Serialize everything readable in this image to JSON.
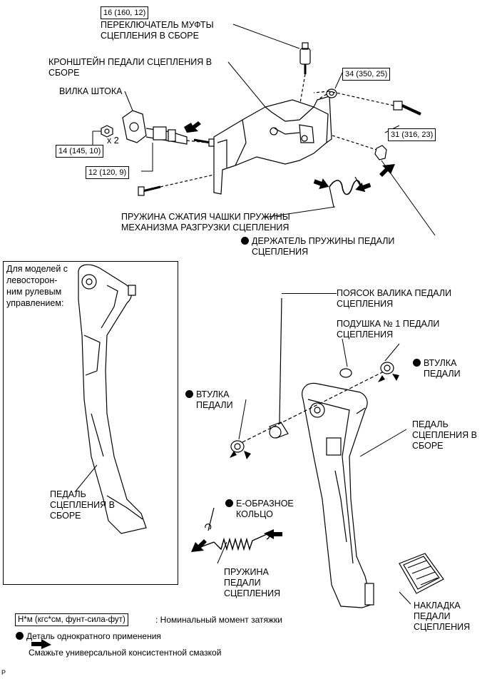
{
  "torques": {
    "switch": "16 (160, 12)",
    "t34": "34 (350, 25)",
    "t31": "31 (316, 23)",
    "t14": "14 (145, 10)",
    "t12": "12 (120, 9)"
  },
  "labels": {
    "switch_assy": [
      "ПЕРЕКЛЮЧАТЕЛЬ МУФТЫ",
      "СЦЕПЛЕНИЯ В СБОРЕ"
    ],
    "bracket_assy": [
      "КРОНШТЕЙН ПЕДАЛИ СЦЕПЛЕНИЯ В",
      "СБОРЕ"
    ],
    "push_rod_clevis": "ВИЛКА ШТОКА",
    "times_two": "x 2",
    "turnover_spring": [
      "ПРУЖИНА СЖАТИЯ ЧАШКИ ПРУЖИНЫ",
      "МЕХАНИЗМА РАЗГРУЗКИ СЦЕПЛЕНИЯ"
    ],
    "spring_holder": [
      "ДЕРЖАТЕЛЬ ПРУЖИНЫ ПЕДАЛИ",
      "СЦЕПЛЕНИЯ"
    ],
    "inset_note": [
      "Для моделей с",
      "левосторон-",
      "ним рулевым",
      "управлением:"
    ],
    "inset_pedal": [
      "ПЕДАЛЬ",
      "СЦЕПЛЕНИЯ В",
      "СБОРЕ"
    ],
    "shaft_collar": [
      "ПОЯСОК ВАЛИКА ПЕДАЛИ",
      "СЦЕПЛЕНИЯ"
    ],
    "cushion": [
      "ПОДУШКА № 1 ПЕДАЛИ",
      "СЦЕПЛЕНИЯ"
    ],
    "bushing_right": [
      "ВТУЛКА",
      "ПЕДАЛИ"
    ],
    "bushing_left": [
      "ВТУЛКА",
      "ПЕДАЛИ"
    ],
    "pedal_assy": [
      "ПЕДАЛЬ",
      "СЦЕПЛЕНИЯ В",
      "СБОРЕ"
    ],
    "e_ring": [
      "Е-ОБРАЗНОЕ",
      "КОЛЬЦО"
    ],
    "return_spring": [
      "ПРУЖИНА",
      "ПЕДАЛИ",
      "СЦЕПЛЕНИЯ"
    ],
    "pedal_pad": [
      "НАКЛАДКА",
      "ПЕДАЛИ",
      "СЦЕПЛЕНИЯ"
    ]
  },
  "legend": {
    "torque_unit": "Н*м (кгс*см, фунт-сила-фут)",
    "torque_desc": ": Номинальный момент затяжки",
    "non_reusable": "Деталь однократного применения",
    "grease": "Смажьте универсальной консистентной смазкой"
  },
  "footer_code": "P"
}
